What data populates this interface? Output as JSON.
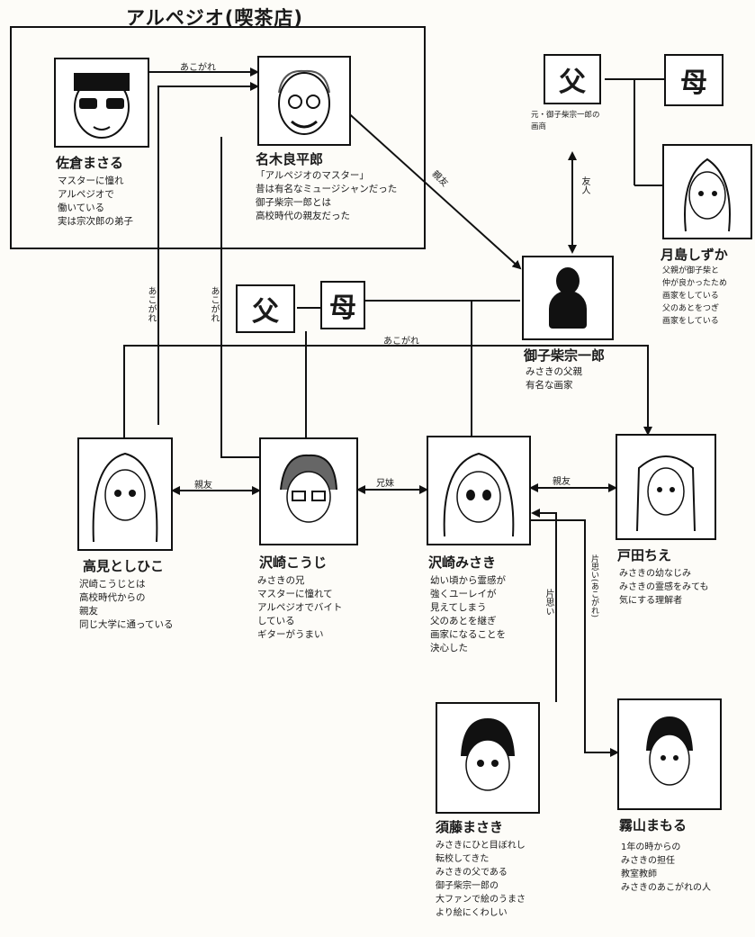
{
  "frame": {
    "title": "アルペジオ(喫茶店)"
  },
  "people": [
    {
      "id": "sakura",
      "name": "佐倉まさる",
      "desc": [
        "マスターに憧れ",
        "アルペジオで",
        "働いている",
        "実は宗次郎の弟子"
      ]
    },
    {
      "id": "nagi",
      "name": "名木良平郎",
      "desc": [
        "「アルペジオのマスター」",
        "昔は有名なミュージシャンだった",
        "御子柴宗一郎とは",
        "高校時代の親友だった"
      ]
    },
    {
      "id": "mikoshiba",
      "name": "御子柴宗一郎",
      "desc": [
        "みさきの父親",
        "有名な画家"
      ]
    },
    {
      "id": "shizuka",
      "name": "月島しずか",
      "desc": [
        "父親が御子柴と",
        "仲が良かったため",
        "画家をしている",
        "父のあとをつぎ",
        "画家をしている"
      ]
    },
    {
      "id": "takami",
      "name": "高見としひこ",
      "desc": [
        "沢崎こうじとは",
        "高校時代からの",
        "親友",
        "同じ大学に通っている"
      ]
    },
    {
      "id": "koji",
      "name": "沢崎こうじ",
      "desc": [
        "みさきの兄",
        "マスターに憧れて",
        "アルペジオでバイト",
        "している",
        "ギターがうまい"
      ]
    },
    {
      "id": "misaki",
      "name": "沢崎みさき",
      "desc": [
        "幼い頃から霊感が",
        "強くユーレイが",
        "見えてしまう",
        "父のあとを継ぎ",
        "画家になることを",
        "決心した"
      ]
    },
    {
      "id": "toda",
      "name": "戸田ちえ",
      "desc": [
        "みさきの幼なじみ",
        "みさきの霊感をみても",
        "気にする理解者"
      ]
    },
    {
      "id": "sudo",
      "name": "須藤まさき",
      "desc": [
        "みさきにひと目ぼれし",
        "転校してきた",
        "みさきの父である",
        "御子柴宗一郎の",
        "大ファンで絵のうまさ",
        "より絵にくわしい"
      ]
    },
    {
      "id": "kiriyama",
      "name": "霧山まもる",
      "desc": [
        "1年の時からの",
        "みさきの担任",
        "教室教師",
        "みさきのあこがれの人"
      ]
    }
  ],
  "kanji": {
    "father_top": "父",
    "mother_top": "母",
    "father_mid": "父",
    "mother_mid": "母"
  },
  "edges": {
    "sakura_nagi": "あこがれ",
    "nagi_mikoshiba": "親友",
    "shizuka_parents": "元・御子柴宗一郎の画商",
    "mikoshiba_yujin": "友人",
    "takami_nagi": "あこがれ",
    "koji_nagi": "あこがれ",
    "sakura_toda": "あこがれ",
    "takami_koji": "親友",
    "koji_misaki": "兄妹",
    "misaki_toda": "親友",
    "sudo_misaki": "片思い",
    "misaki_kiriyama": "片思い(あこがれ)"
  }
}
